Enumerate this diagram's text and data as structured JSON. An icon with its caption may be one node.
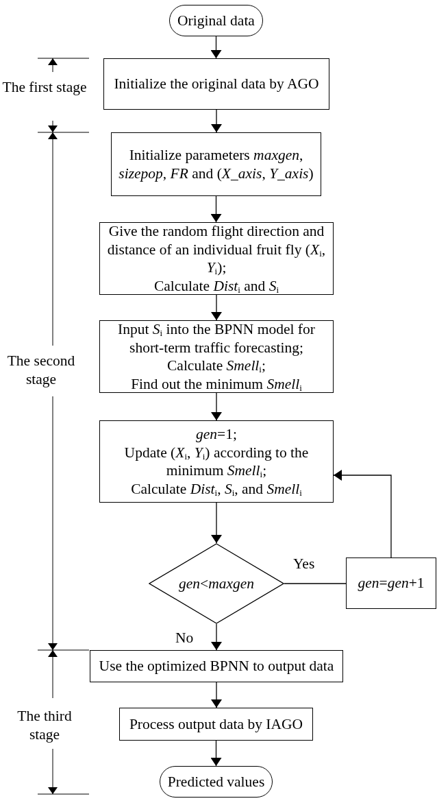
{
  "diagram": {
    "nodes": [
      {
        "text": [
          "Original data"
        ]
      },
      {
        "text": [
          "Initialize the original data by AGO"
        ]
      },
      {
        "text": [
          "Initialize parameters *maxgen*, *sizepop*, *FR* and (*X_axis*, *Y_axis*)"
        ]
      },
      {
        "text": [
          "Give the random flight direction and distance of an individual fruit fly (*X*$_{i}$, *Y*$_{i}$);",
          "Calculate *Dist*$_{i}$ and *S*$_{i}$"
        ]
      },
      {
        "text": [
          "Input *S*$_{i}$ into the BPNN model for short-term traffic forecasting;",
          "Calculate *Smell*$_{i}$;",
          "Find out the minimum *Smell*$_{i}$"
        ]
      },
      {
        "text": [
          "*gen*=1;",
          "Update (*X*$_{i}$, *Y*$_{i}$) according to the minimum *Smell*$_{i}$;",
          "Calculate *Dist*$_{i}$, *S*$_{i}$, and *Smell*$_{i}$"
        ]
      },
      {
        "text": [
          "*gen*<*maxgen*"
        ]
      },
      {
        "text": [
          "*gen*=*gen*+1"
        ]
      },
      {
        "text": [
          "Use the optimized BPNN to output data"
        ]
      },
      {
        "text": [
          "Process output data by IAGO"
        ]
      },
      {
        "text": [
          "Predicted values"
        ]
      }
    ],
    "edges": [
      {
        "from": 0,
        "to": 1,
        "arrow": "to"
      },
      {
        "from": 1,
        "to": 2,
        "arrow": "to"
      },
      {
        "from": 2,
        "to": 3,
        "arrow": "to"
      },
      {
        "from": 3,
        "to": 4,
        "arrow": "to"
      },
      {
        "from": 4,
        "to": 5,
        "arrow": "to"
      },
      {
        "from": 5,
        "to": 6,
        "arrow": "to"
      },
      {
        "from": 6,
        "to": 7,
        "arrow": "none",
        "label": "Yes"
      },
      {
        "from": 7,
        "to": 5,
        "arrow": "to"
      },
      {
        "from": 6,
        "to": 8,
        "arrow": "to",
        "label": "No"
      },
      {
        "from": 8,
        "to": 9,
        "arrow": "to"
      },
      {
        "from": 9,
        "to": 10,
        "arrow": "to"
      }
    ],
    "labels": [
      "The first stage",
      "The second stage",
      "The third stage"
    ]
  }
}
